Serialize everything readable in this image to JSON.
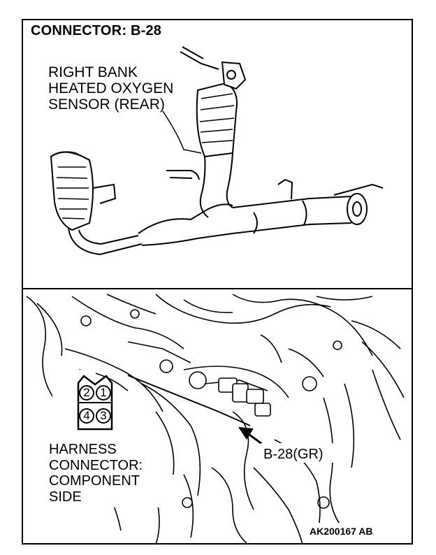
{
  "title": "CONNECTOR: B-28",
  "sensor_label": [
    "RIGHT BANK",
    "HEATED OXYGEN",
    "SENSOR (REAR)"
  ],
  "connector_pins": {
    "top_left": "2",
    "top_right": "1",
    "bottom_left": "4",
    "bottom_right": "3"
  },
  "harness_label": [
    "HARNESS",
    "CONNECTOR:",
    "COMPONENT",
    "SIDE"
  ],
  "connector_callout": "B-28(GR)",
  "figure_code": "AK200167 AB"
}
